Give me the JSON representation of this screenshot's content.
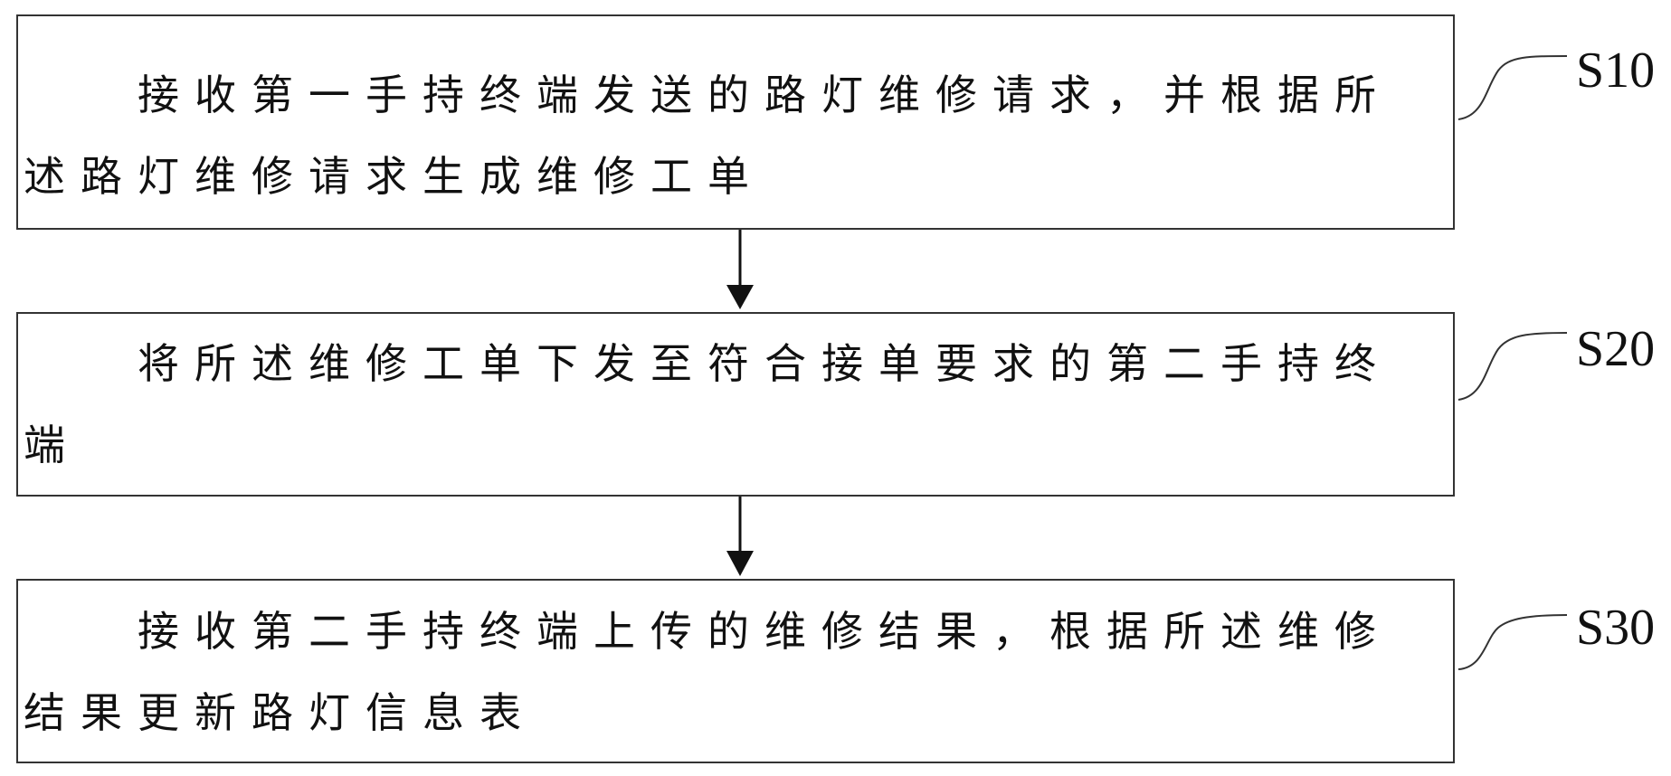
{
  "steps": [
    {
      "id": "S10",
      "text": "接收第一手持终端发送的路灯维修请求，并根据所述路灯维修请求生成维修工单"
    },
    {
      "id": "S20",
      "text": "将所述维修工单下发至符合接单要求的第二手持终端"
    },
    {
      "id": "S30",
      "text": "接收第二手持终端上传的维修结果，根据所述维修结果更新路灯信息表"
    }
  ]
}
